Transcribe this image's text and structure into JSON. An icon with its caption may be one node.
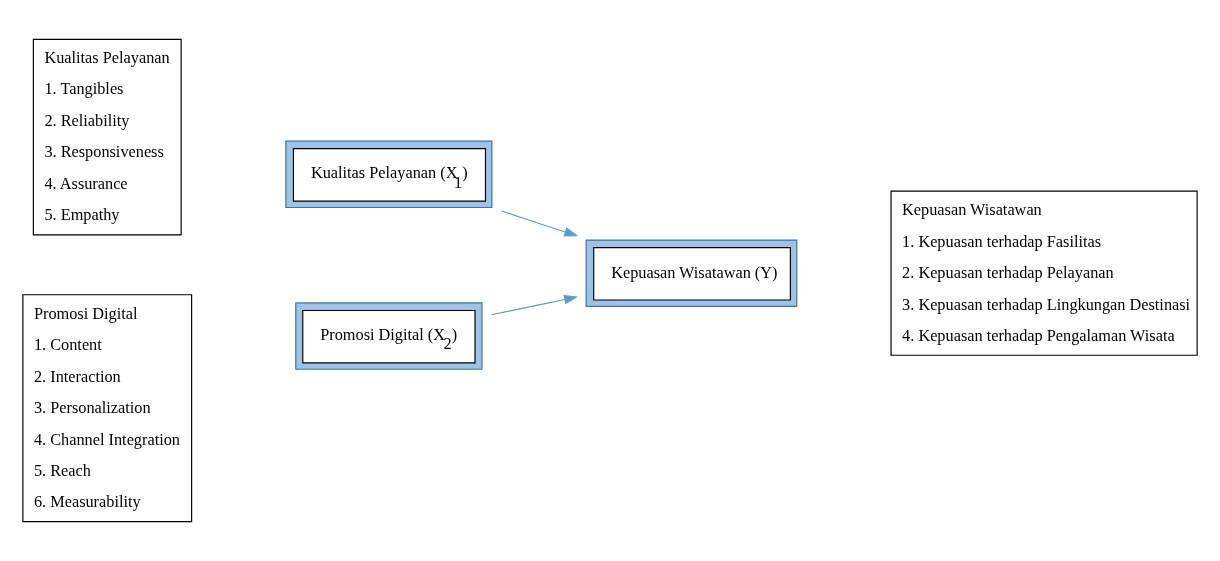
{
  "diagram": {
    "nodes": [
      {
        "text": [
          "Kualitas Pelayanan",
          "1. Tangibles",
          "2. Reliability",
          "3. Responsiveness",
          "4. Assurance",
          "5. Empathy"
        ]
      },
      {
        "text": [
          "Promosi Digital",
          "1. Content",
          "2. Interaction",
          "3. Personalization",
          "4. Channel Integration",
          "5. Reach",
          "6. Measurability"
        ]
      },
      {
        "text": [
          "Kualitas Pelayanan (X$_{1}$)"
        ]
      },
      {
        "text": [
          "Promosi Digital (X$_{2}$)"
        ]
      },
      {
        "text": [
          "Kepuasan Wisatawan (Y)"
        ]
      },
      {
        "text": [
          "Kepuasan Wisatawan",
          "1. Kepuasan terhadap Fasilitas",
          "2. Kepuasan terhadap Pelayanan",
          "3. Kepuasan terhadap Lingkungan Destinasi",
          "4. Kepuasan terhadap Pengalaman Wisata"
        ]
      }
    ],
    "edges": [
      {
        "from": 2,
        "to": 4,
        "arrow": "to"
      },
      {
        "from": 3,
        "to": 4,
        "arrow": "to"
      }
    ]
  }
}
